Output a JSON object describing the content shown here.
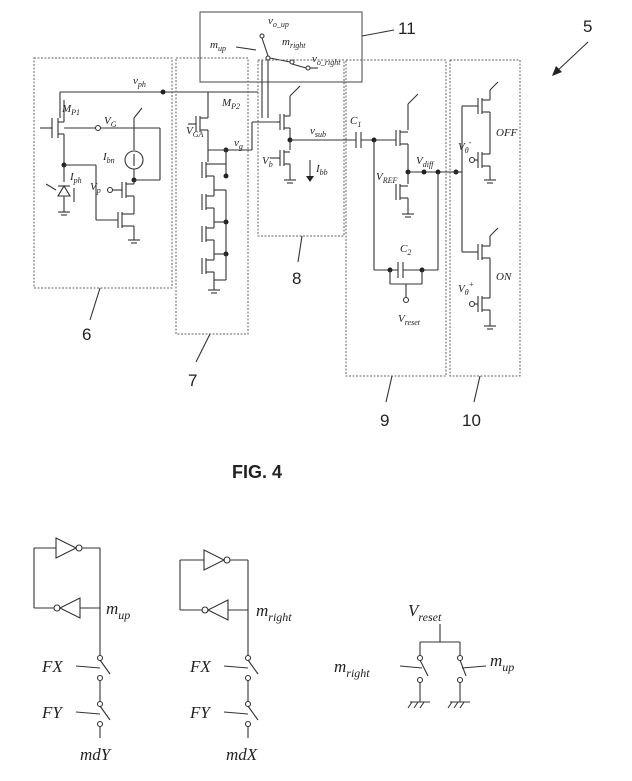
{
  "figure": {
    "caption": "FIG. 4",
    "ref_numbers": {
      "overall": "5",
      "block6": "6",
      "block7": "7",
      "block8": "8",
      "block9": "9",
      "block10": "10",
      "block11": "11"
    },
    "labels": {
      "v_o_up": "v",
      "v_o_up_sub": "o_up",
      "m_up": "m",
      "m_up_sub": "up",
      "m_right": "m",
      "m_right_sub": "right",
      "v_o_right": "v",
      "v_o_right_sub": "o_right",
      "v_ph": "v",
      "v_ph_sub": "ph",
      "M_P1": "M",
      "M_P1_sub": "P1",
      "V_G": "V",
      "V_G_sub": "G",
      "M_P2": "M",
      "M_P2_sub": "P2",
      "V_GA": "V",
      "V_GA_sub": "GA",
      "v_g": "v",
      "v_g_sub": "g",
      "I_bn": "I",
      "I_bn_sub": "bn",
      "V_p": "V",
      "V_p_sub": "p",
      "I_ph": "I",
      "I_ph_sub": "ph",
      "V_b": "V",
      "V_b_sub": "b",
      "v_sub": "v",
      "v_sub_sub": "sub",
      "I_bb": "I",
      "I_bb_sub": "bb",
      "C1": "C",
      "C1_sub": "1",
      "V_diff": "V",
      "V_diff_sub": "diff",
      "V_REF": "V",
      "V_REF_sub": "REF",
      "C2": "C",
      "C2_sub": "2",
      "V_reset": "V",
      "V_reset_sub": "reset",
      "V_theta_minus": "V",
      "V_theta_minus_sub": "θ",
      "V_theta_minus_sup": "-",
      "V_theta_plus": "V",
      "V_theta_plus_sub": "θ",
      "V_theta_plus_sup": "+",
      "OFF": "OFF",
      "ON": "ON"
    },
    "bottom": {
      "latch1_m": "m",
      "latch1_m_sub": "up",
      "latch2_m": "m",
      "latch2_m_sub": "right",
      "FX": "FX",
      "FY": "FY",
      "out1": "mdY",
      "out2": "mdX",
      "reset_V": "V",
      "reset_V_sub": "reset",
      "reset_left_m": "m",
      "reset_left_sub": "right",
      "reset_right_m": "m",
      "reset_right_sub": "up"
    }
  }
}
